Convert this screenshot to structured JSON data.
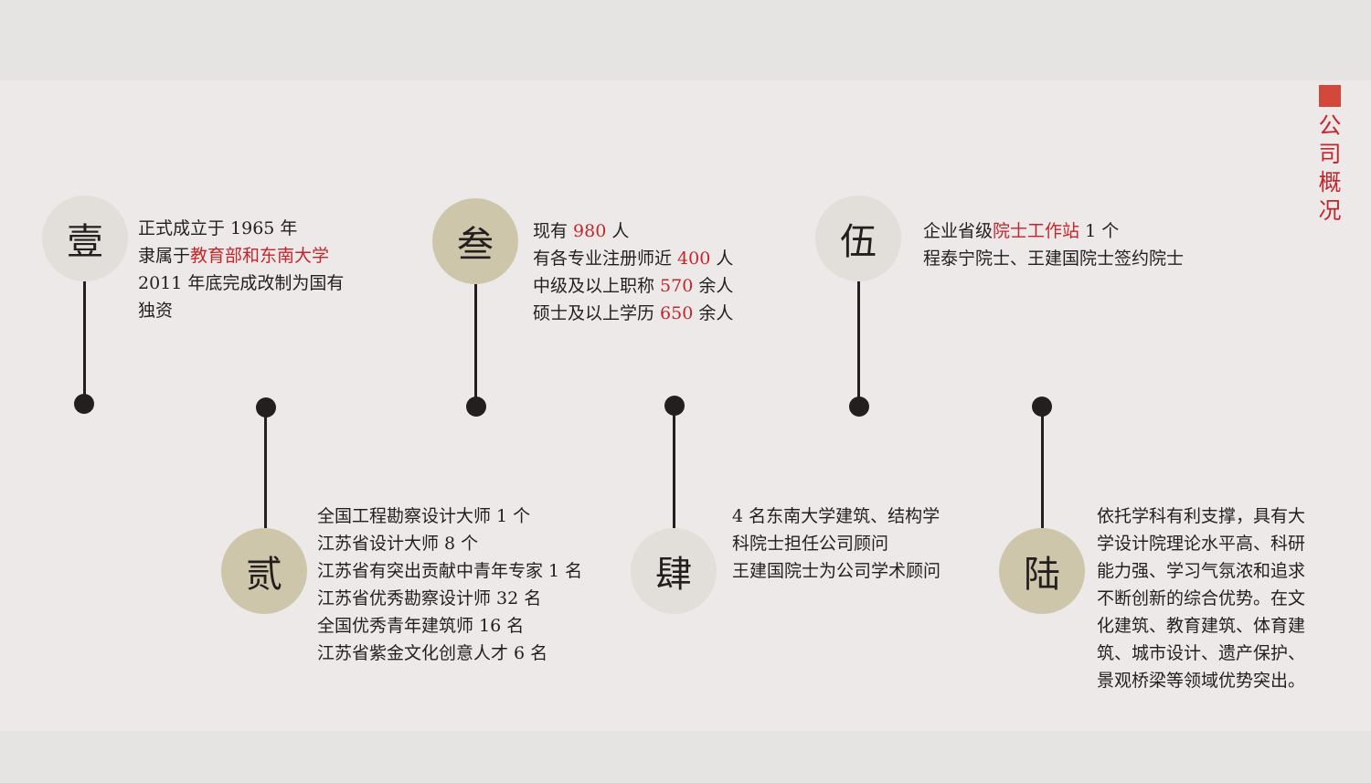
{
  "section": {
    "title_chars": [
      "公",
      "司",
      "概",
      "况"
    ]
  },
  "items": {
    "one": {
      "numeral": "壹",
      "lines": [
        {
          "pre": "正式成立于 1965 年",
          "hl": "",
          "post": ""
        },
        {
          "pre": "隶属于",
          "hl": "教育部和东南大学",
          "post": ""
        },
        {
          "pre": "2011 年底完成改制为国有",
          "hl": "",
          "post": ""
        },
        {
          "pre": "独资",
          "hl": "",
          "post": ""
        }
      ]
    },
    "two": {
      "numeral": "贰",
      "lines": [
        "全国工程勘察设计大师 1 个",
        "江苏省设计大师 8 个",
        "江苏省有突出贡献中青年专家 1 名",
        "江苏省优秀勘察设计师 32 名",
        "全国优秀青年建筑师 16 名",
        "江苏省紫金文化创意人才 6 名"
      ]
    },
    "three": {
      "numeral": "叁",
      "lines": [
        {
          "pre": "现有 ",
          "hl": "980",
          "post": " 人"
        },
        {
          "pre": "有各专业注册师近 ",
          "hl": "400",
          "post": " 人"
        },
        {
          "pre": "中级及以上职称 ",
          "hl": "570",
          "post": " 余人"
        },
        {
          "pre": "硕士及以上学历 ",
          "hl": "650",
          "post": " 余人"
        }
      ]
    },
    "four": {
      "numeral": "肆",
      "lines": [
        "4 名东南大学建筑、结构学",
        "科院士担任公司顾问",
        "王建国院士为公司学术顾问"
      ]
    },
    "five": {
      "numeral": "伍",
      "lines": [
        {
          "pre": "企业省级",
          "hl": "院士工作站",
          "post": " 1 个"
        },
        {
          "pre": "程泰宁院士、王建国院士签约院士",
          "hl": "",
          "post": ""
        }
      ]
    },
    "six": {
      "numeral": "陆",
      "lines": [
        "依托学科有利支撑，具有大",
        "学设计院理论水平高、科研",
        "能力强、学习气氛浓和追求",
        "不断创新的综合优势。在文",
        "化建筑、教育建筑、体育建",
        "筑、城市设计、遗产保护、",
        "景观桥梁等领域优势突出。"
      ]
    }
  }
}
